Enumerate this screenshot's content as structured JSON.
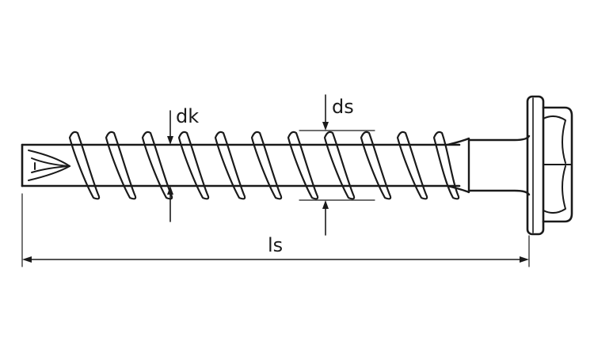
{
  "diagram": {
    "labels": {
      "core_diameter": "dk",
      "thread_diameter": "ds",
      "screw_length": "ls"
    }
  }
}
